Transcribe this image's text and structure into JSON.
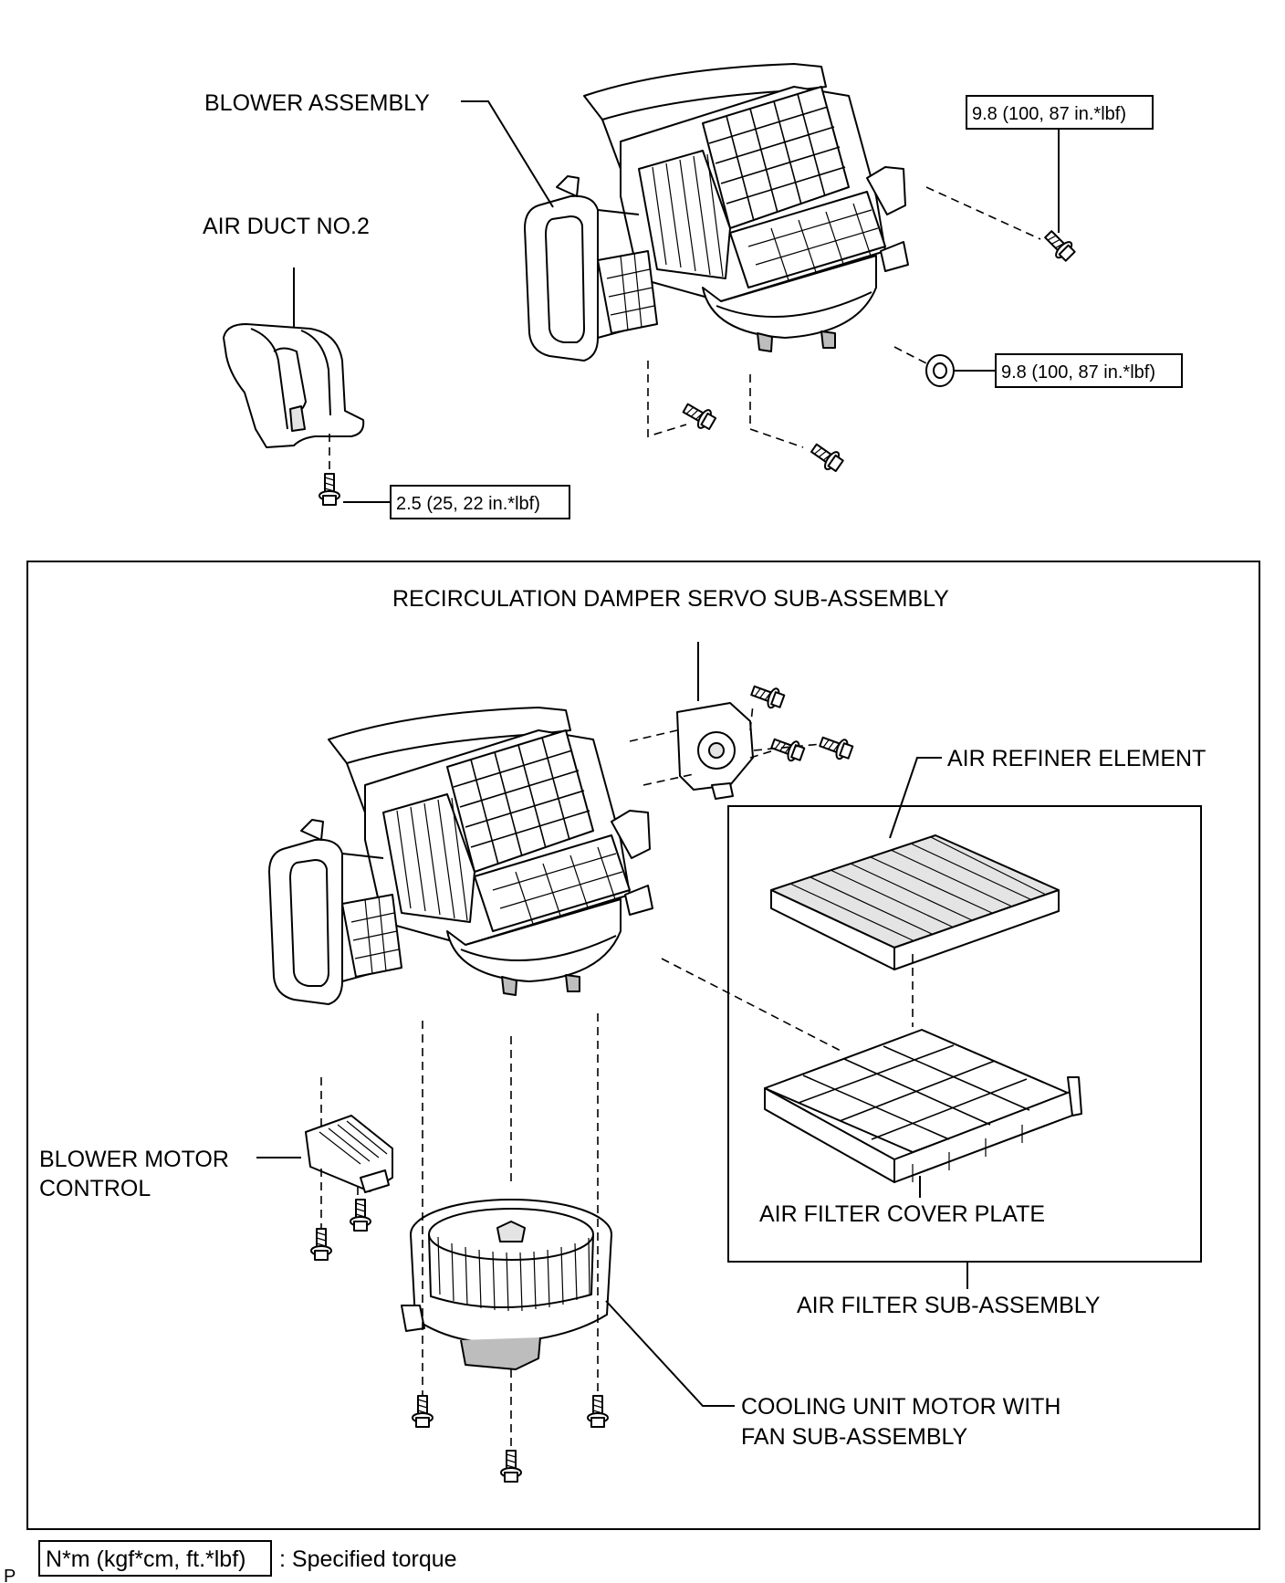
{
  "labels": {
    "blower_assembly": "BLOWER ASSEMBLY",
    "air_duct_no2": "AIR DUCT NO.2",
    "recirc_servo": "RECIRCULATION DAMPER SERVO SUB-ASSEMBLY",
    "air_refiner_element": "AIR REFINER ELEMENT",
    "blower_motor_control_l1": "BLOWER MOTOR",
    "blower_motor_control_l2": "CONTROL",
    "air_filter_cover_plate": "AIR FILTER COVER PLATE",
    "air_filter_sub_assembly": "AIR FILTER SUB-ASSEMBLY",
    "cooling_motor_l1": "COOLING UNIT MOTOR WITH",
    "cooling_motor_l2": "FAN SUB-ASSEMBLY"
  },
  "torque": {
    "upper_right_bolt": "9.8 (100, 87 in.*lbf)",
    "nut": "9.8 (100, 87 in.*lbf)",
    "duct_screw": "2.5 (25, 22 in.*lbf)"
  },
  "legend": {
    "units": "N*m (kgf*cm, ft.*lbf)",
    "text": ": Specified torque"
  },
  "corner_mark": "P"
}
